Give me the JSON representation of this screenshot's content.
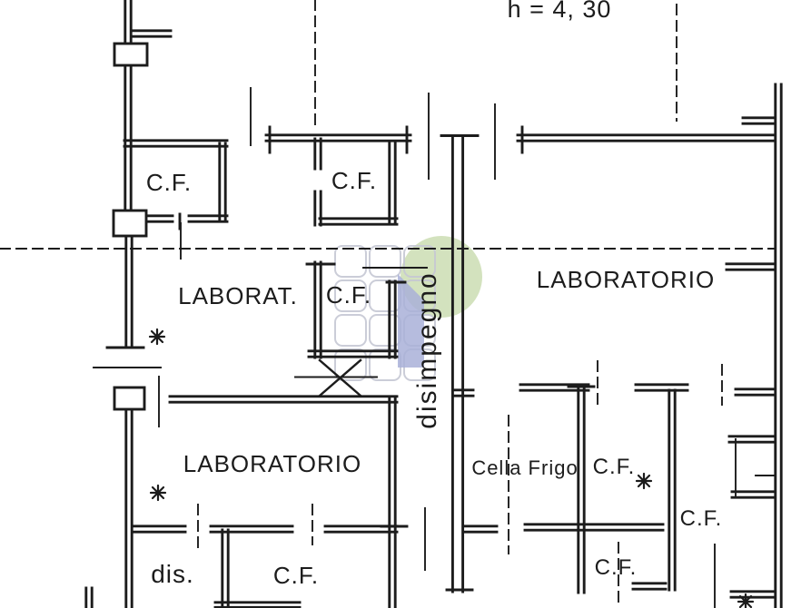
{
  "annotations": {
    "ceiling_height": "h = 4, 30"
  },
  "rooms": {
    "cf_top_left": {
      "label": "C.F."
    },
    "cf_top_middle": {
      "label": "C.F."
    },
    "laborat": {
      "label": "LABORAT."
    },
    "cf_center": {
      "label": "C.F."
    },
    "laboratorio_right": {
      "label": "LABORATORIO"
    },
    "disimpegno": {
      "label": "disimpegno"
    },
    "laboratorio_bottom": {
      "label": "LABORATORIO"
    },
    "cella_frigo": {
      "label": "Cella Frigo"
    },
    "cf_beside_cella": {
      "label": "C.F."
    },
    "cf_right": {
      "label": "C.F."
    },
    "dis": {
      "label": "dis."
    },
    "cf_bottom": {
      "label": "C.F."
    },
    "cf_bottom_middle": {
      "label": "C.F."
    }
  },
  "symbols": {
    "asterisk_marker": "✳"
  },
  "colors": {
    "ink": "#1c1c1c",
    "paper": "#ffffff"
  },
  "watermark": {
    "circle_color": "#cbddb3",
    "pennant_color": "#a9b0d8",
    "grid_color": "#c6c8d4"
  }
}
